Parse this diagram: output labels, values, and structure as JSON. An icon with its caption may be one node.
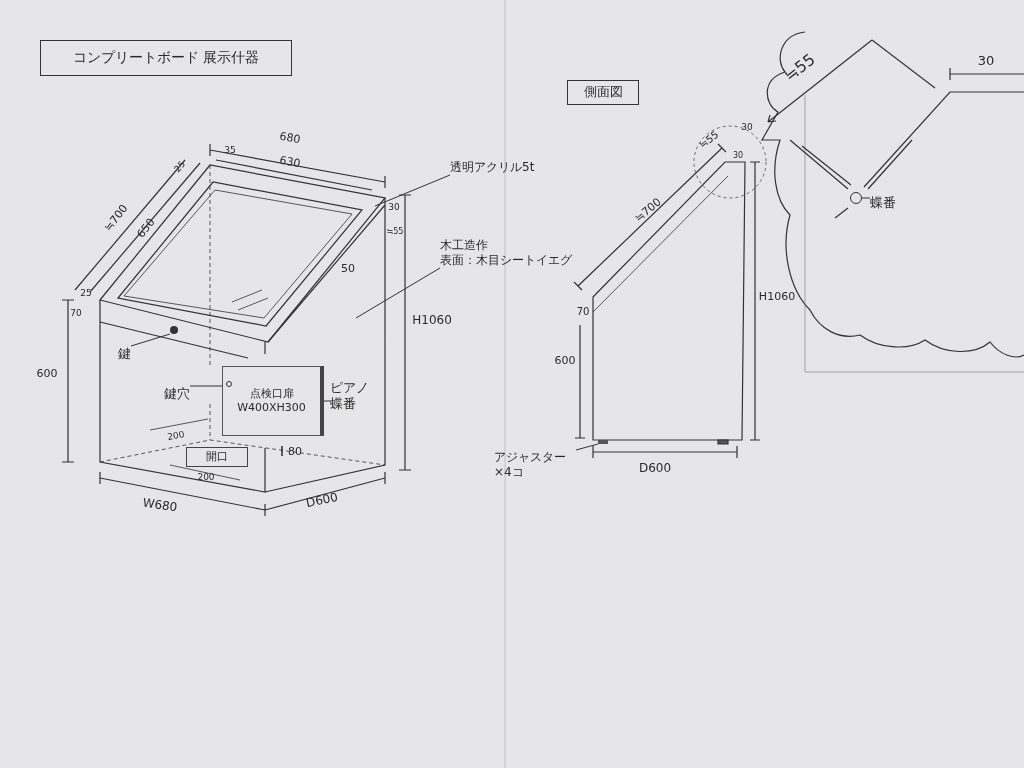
{
  "diagram": {
    "nodes": [
      {
        "text": [
          "コンプリートボード 展示什器"
        ]
      },
      {
        "text": [
          "側面図"
        ]
      },
      {
        "text": [
          "透明アクリル5t"
        ]
      },
      {
        "text": [
          "木工造作",
          "表面：木目シートイエグ"
        ]
      },
      {
        "text": [
          "鍵"
        ]
      },
      {
        "text": [
          "鍵穴"
        ]
      },
      {
        "text": [
          "点検口扉",
          "W400XH300"
        ]
      },
      {
        "text": [
          "ピアノ蝶番"
        ]
      },
      {
        "text": [
          "開口"
        ]
      },
      {
        "text": [
          "アジャスター×4コ"
        ]
      },
      {
        "text": [
          "蝶番"
        ]
      },
      {
        "text": [],
        "shape": "circle"
      },
      {
        "text": [],
        "shape": "circle",
        "in": 6
      },
      {
        "text": [],
        "shape": "circle"
      },
      {
        "text": [],
        "shape": "box"
      }
    ],
    "edges": [
      {
        "from": 2,
        "to": null,
        "arrow": "none"
      },
      {
        "from": 3,
        "to": null,
        "arrow": "none"
      },
      {
        "from": 4,
        "to": 11,
        "arrow": "none"
      },
      {
        "from": 5,
        "to": 12,
        "arrow": "none"
      },
      {
        "from": 7,
        "to": 6,
        "arrow": "none"
      },
      {
        "from": 9,
        "to": 14,
        "arrow": "none"
      },
      {
        "from": 10,
        "to": 13,
        "arrow": "none"
      }
    ],
    "labels": [
      "680",
      "630",
      "35",
      "25",
      "≒700",
      "650",
      "25",
      "70",
      "600",
      "50",
      "30",
      "≒55",
      "H1060",
      "200",
      "200",
      "80",
      "W680",
      "D600",
      "≒55",
      "30",
      "30",
      "≒700",
      "70",
      "600",
      "H1060",
      "D600",
      "≒55",
      "30"
    ]
  }
}
